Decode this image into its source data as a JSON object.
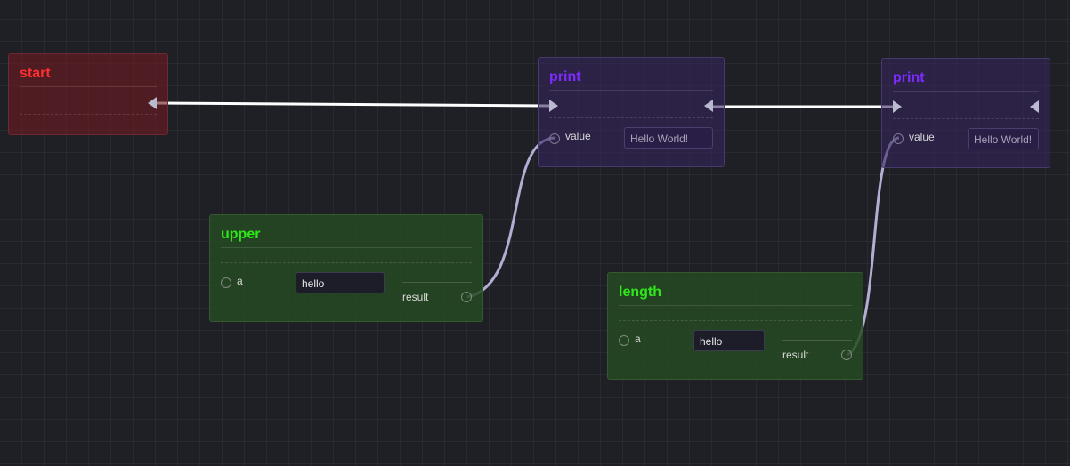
{
  "nodes": {
    "start": {
      "title": "start"
    },
    "upper": {
      "title": "upper",
      "input_label": "a",
      "input_value": "hello",
      "output_label": "result"
    },
    "length": {
      "title": "length",
      "input_label": "a",
      "input_value": "hello",
      "output_label": "result"
    },
    "print_1": {
      "title": "print",
      "input_label": "value",
      "input_value": "Hello World!"
    },
    "print_2": {
      "title": "print",
      "input_label": "value",
      "input_value": "Hello World!"
    }
  },
  "colors": {
    "background": "#1f2026",
    "start_title": "#ff2f2f",
    "print_title": "#7d2cff",
    "function_title": "#2ee81a",
    "exec_edge": "#ffffff",
    "data_edge": "#b2aed3"
  }
}
